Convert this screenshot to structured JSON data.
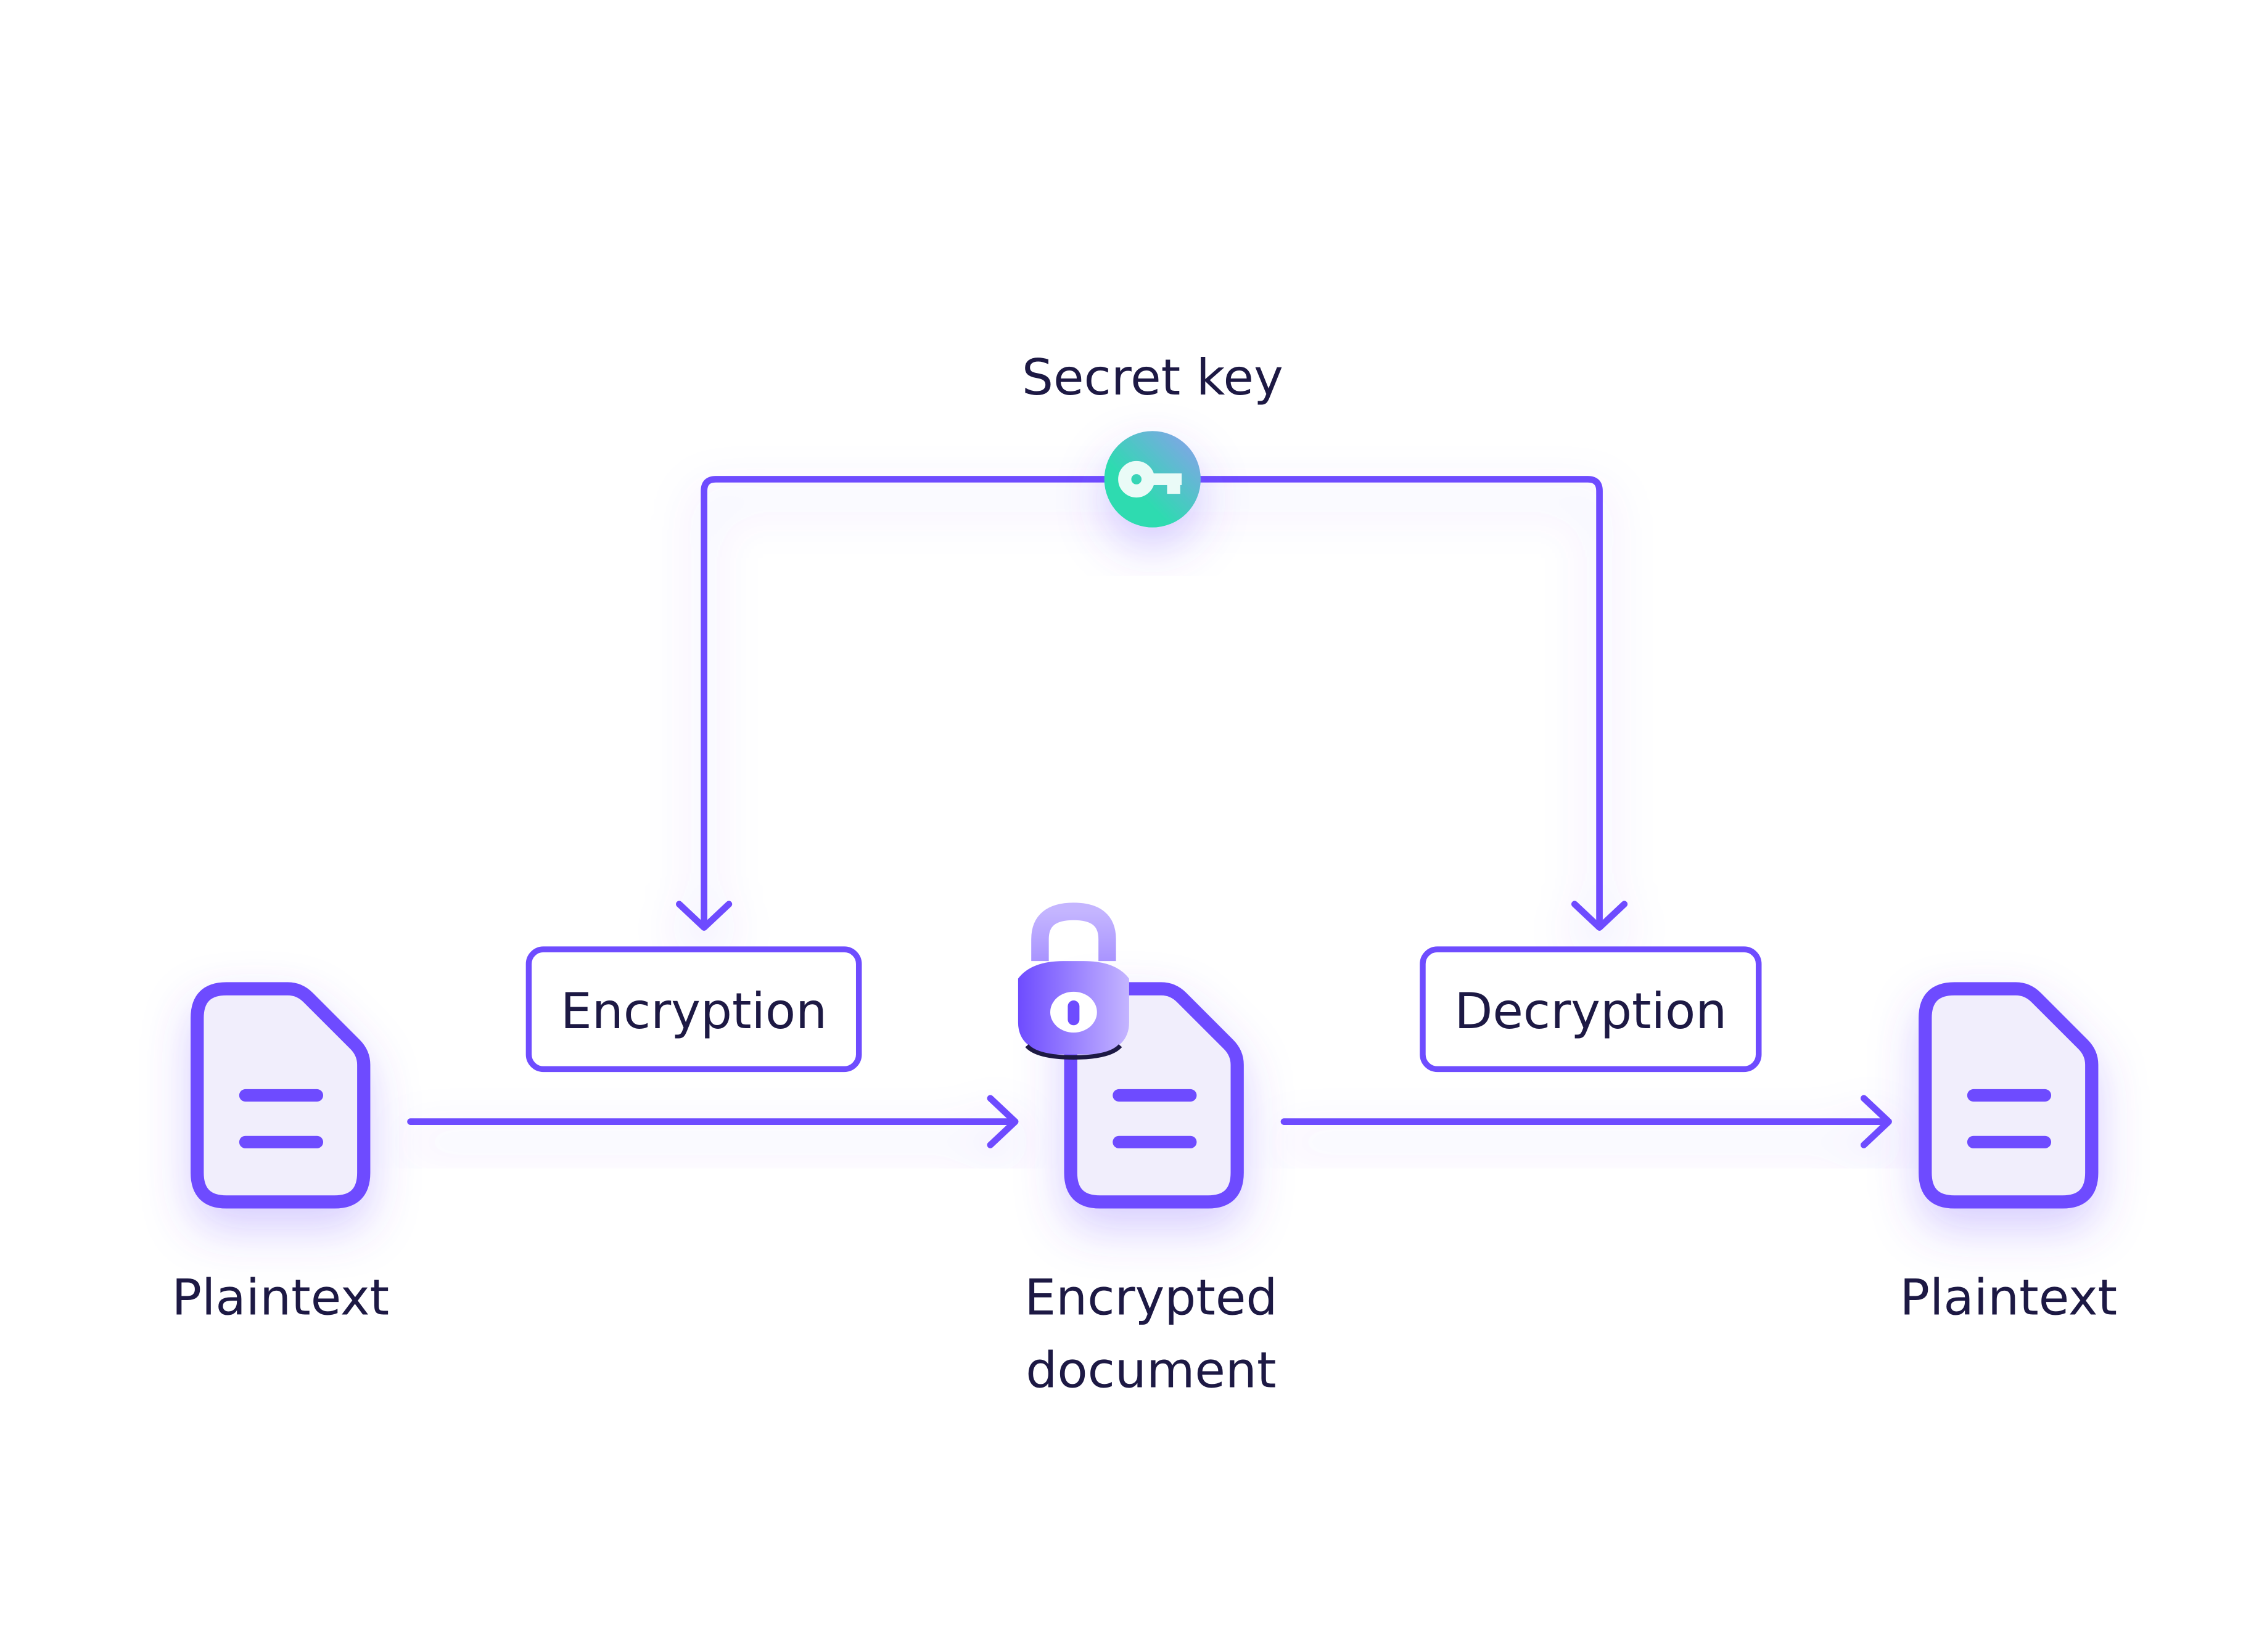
{
  "colors": {
    "accent": "#6e4cff",
    "text": "#1d1944",
    "key_gradient": [
      "#2ddbb0",
      "#8f9cf0"
    ],
    "lock_light": "#c4b5ff"
  },
  "key": {
    "label": "Secret key",
    "icon": "key-icon"
  },
  "steps": {
    "encryption": "Encryption",
    "decryption": "Decryption"
  },
  "documents": {
    "source": {
      "label": "Plaintext",
      "icon": "document-icon"
    },
    "encrypted": {
      "label_line1": "Encrypted",
      "label_line2": "document",
      "icon": "document-icon",
      "badge_icon": "padlock-icon"
    },
    "result": {
      "label": "Plaintext",
      "icon": "document-icon"
    }
  }
}
